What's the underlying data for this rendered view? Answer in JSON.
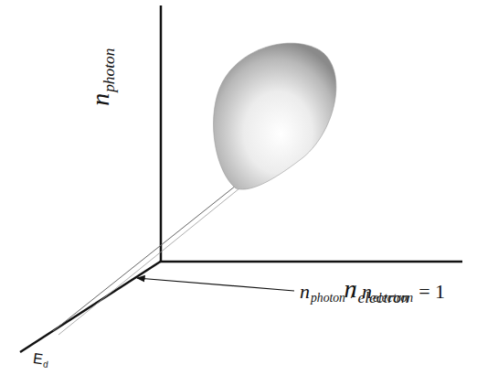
{
  "diagram": {
    "labels": [
      "n",
      "photon",
      "n",
      "electron",
      "E",
      "d",
      "n",
      "photon",
      "/",
      "n",
      "electron",
      "= 1"
    ]
  }
}
